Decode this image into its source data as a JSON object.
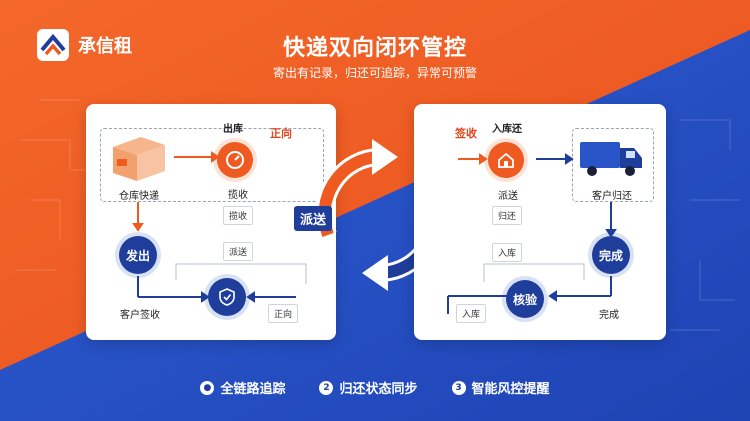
{
  "brand": {
    "name": "承信租",
    "colors": {
      "orange": "#ef5a21",
      "navy": "#1f3d9a",
      "blue": "#2a55c9"
    }
  },
  "header": {
    "title": "快递双向闭环管控",
    "subtitle": "寄出有记录，归还可追踪，异常可预警"
  },
  "left_panel": {
    "warehouse_label": "仓库快递",
    "pickup_top": "出库",
    "pickup_tag": "正向",
    "pickup_bottom": "揽收",
    "pickup_box": "揽收",
    "dispatch_circle": "发出",
    "deliver_box": "派送",
    "customer_sign": "客户签收",
    "forward_box": "正向"
  },
  "center": {
    "dispatch_tag": "派送",
    "sign_tag": "签收"
  },
  "right_panel": {
    "sign_tag": "签收",
    "inbound_return": "入库还",
    "deliver_label": "派送",
    "return_box": "归还",
    "customer_return": "客户归还",
    "complete_circle": "完成",
    "inbound_box_top": "入库",
    "verify_circle": "核验",
    "inbound_box_bottom": "入库",
    "complete_box": "完成"
  },
  "footer": {
    "items": [
      {
        "icon": "location-pin-icon",
        "label": "全链路追踪"
      },
      {
        "icon": "number-2-icon",
        "label": "归还状态同步"
      },
      {
        "icon": "number-3-icon",
        "label": "智能风控提醒"
      }
    ]
  }
}
